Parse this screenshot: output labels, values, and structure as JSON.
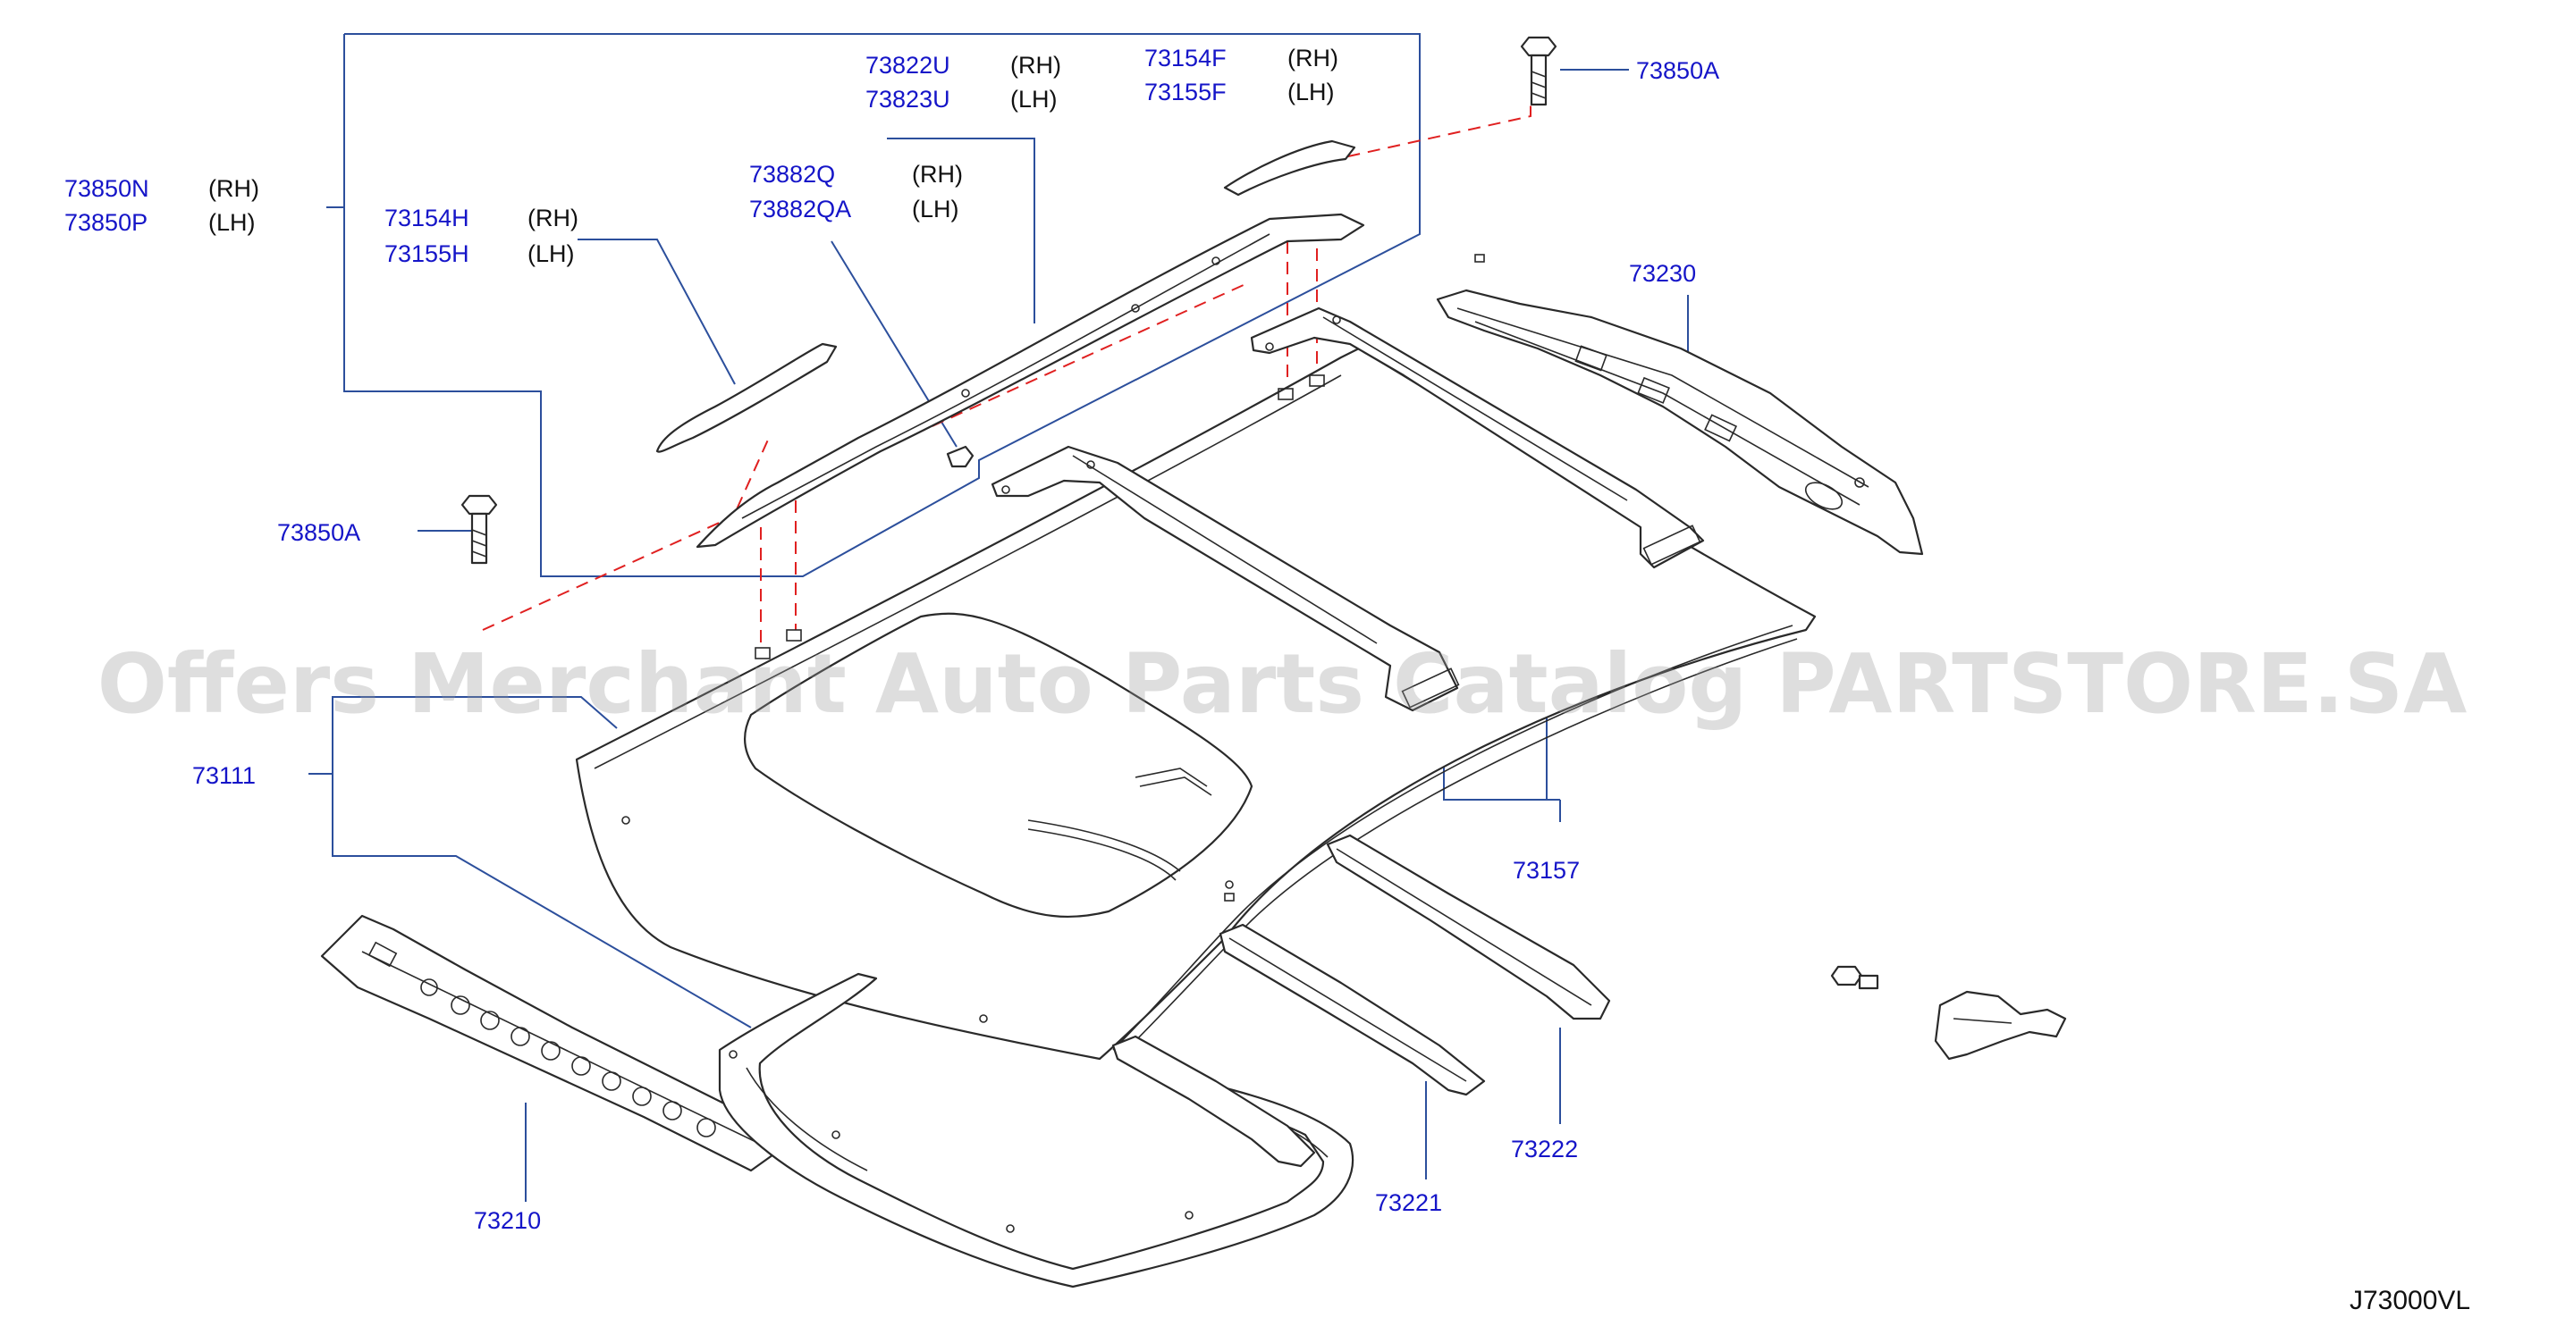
{
  "diagram": {
    "watermark": "Offers Merchant Auto Parts Catalog PARTSTORE.SA",
    "diagram_code": "J73000VL",
    "callouts": {
      "c73850n": {
        "part": "73850N",
        "side": "(RH)"
      },
      "c73850p": {
        "part": "73850P",
        "side": "(LH)"
      },
      "c73154h": {
        "part": "73154H",
        "side": "(RH)"
      },
      "c73155h": {
        "part": "73155H",
        "side": "(LH)"
      },
      "c73822u": {
        "part": "73822U",
        "side": "(RH)"
      },
      "c73823u": {
        "part": "73823U",
        "side": "(LH)"
      },
      "c73882q": {
        "part": "73882Q",
        "side": "(RH)"
      },
      "c73882qa": {
        "part": "73882QA",
        "side": "(LH)"
      },
      "c73154f": {
        "part": "73154F",
        "side": "(RH)"
      },
      "c73155f": {
        "part": "73155F",
        "side": "(LH)"
      },
      "c73850a_top": {
        "part": "73850A"
      },
      "c73850a_left": {
        "part": "73850A"
      },
      "c73230": {
        "part": "73230"
      },
      "c73111": {
        "part": "73111"
      },
      "c73157": {
        "part": "73157"
      },
      "c73210": {
        "part": "73210"
      },
      "c73221": {
        "part": "73221"
      },
      "c73222": {
        "part": "73222"
      }
    }
  }
}
